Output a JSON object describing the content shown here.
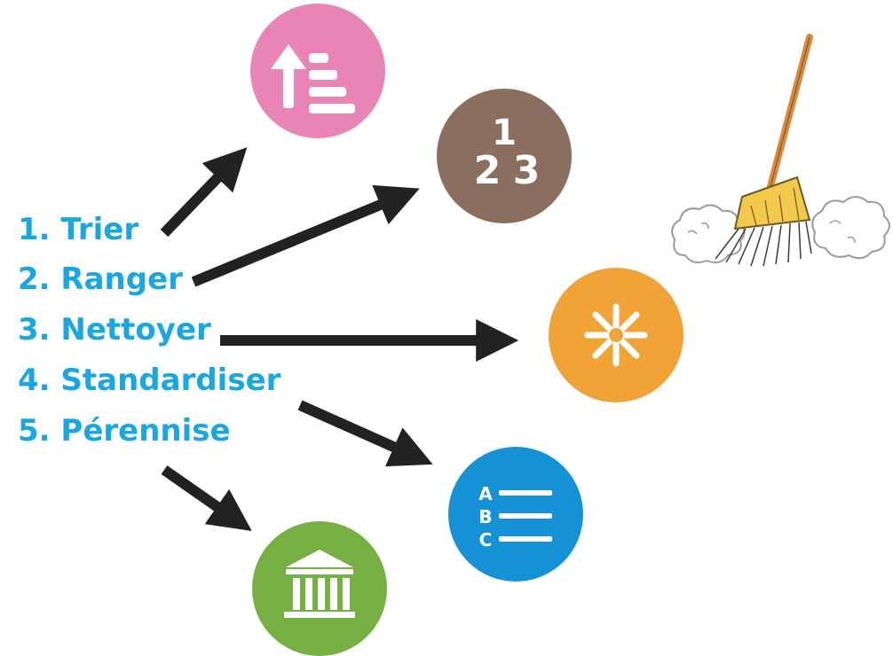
{
  "steps": [
    {
      "label": "1. Trier",
      "icon": "sort-ascending-icon",
      "color": "#e884b6"
    },
    {
      "label": "2. Ranger",
      "icon": "numbers-123-icon",
      "color": "#8a6e5e"
    },
    {
      "label": "3. Nettoyer",
      "icon": "sparkle-icon",
      "color": "#f0a437"
    },
    {
      "label": "4. Standardiser",
      "icon": "abc-list-icon",
      "color": "#1591d6"
    },
    {
      "label": "5. Pérennise",
      "icon": "pillared-building-icon",
      "color": "#76b042"
    }
  ],
  "icon_text": {
    "n1": "1",
    "n2": "2",
    "n3": "3",
    "a": "A",
    "b": "B",
    "c": "C"
  },
  "colors": {
    "step_text": "#1aa7e0",
    "arrow": "#222222",
    "broom_handle": "#d98a3c",
    "broom_head": "#f2c94c"
  },
  "illustration": "broom-sweeping-dust-illustration"
}
